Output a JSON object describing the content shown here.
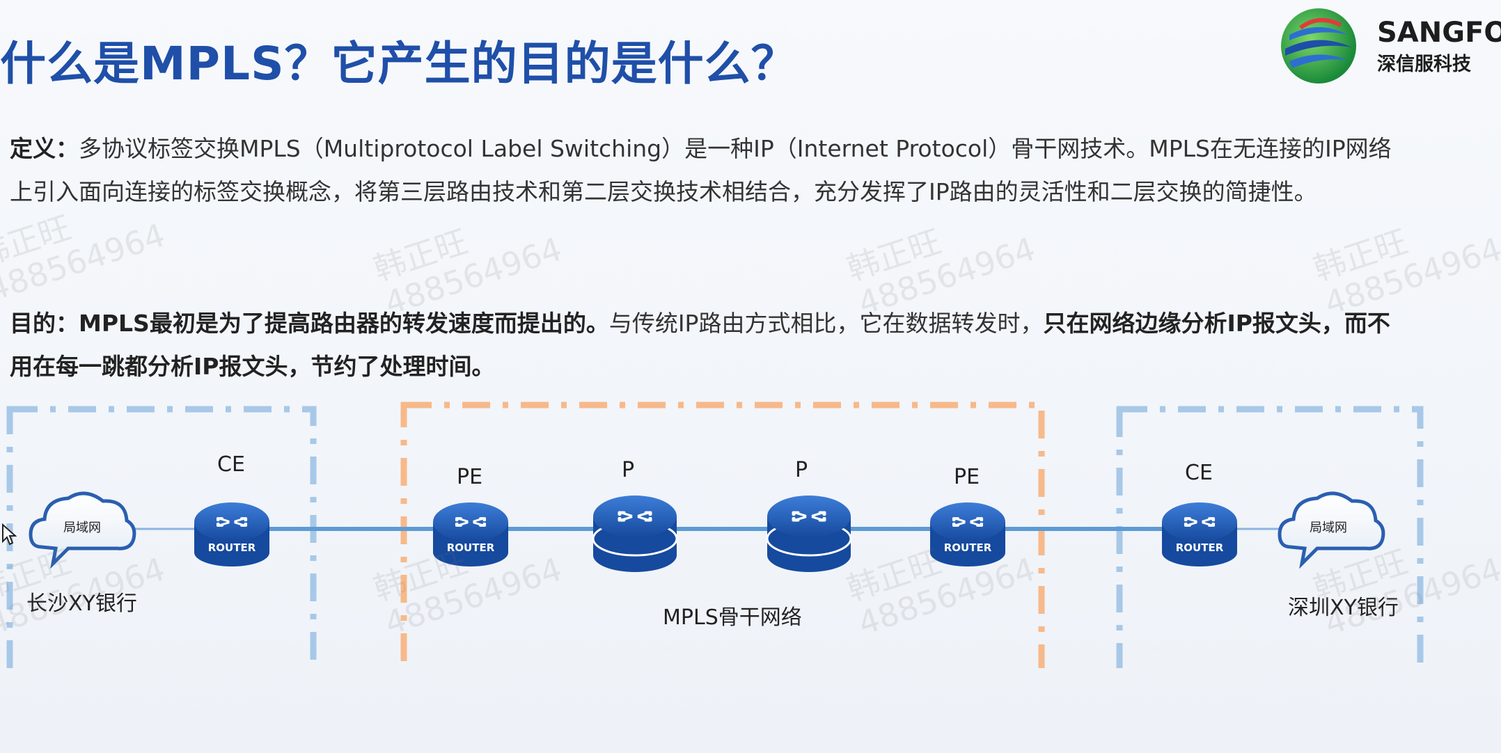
{
  "title": "什么是MPLS？它产生的目的是什么？",
  "logo": {
    "en": "SANGFOR",
    "cn": "深信服科技"
  },
  "definition": {
    "label": "定义：",
    "text": "多协议标签交换MPLS（Multiprotocol Label Switching）是一种IP（Internet Protocol）骨干网技术。MPLS在无连接的IP网络上引入面向连接的标签交换概念，将第三层路由技术和第二层交换技术相结合，充分发挥了IP路由的灵活性和二层交换的简捷性。"
  },
  "purpose": {
    "label": "目的：",
    "bold1": "MPLS最初是为了提高路由器的转发速度而提出的。",
    "normal": "与传统IP路由方式相比，它在数据转发时，",
    "bold2": "只在网络边缘分析IP报文头，而不用在每一跳都分析IP报文头，节约了处理时间。"
  },
  "diagram": {
    "nodes": [
      {
        "role": "cloud",
        "text": "局域网"
      },
      {
        "role": "router",
        "label": "CE",
        "text": "ROUTER"
      },
      {
        "role": "router",
        "label": "PE",
        "text": "ROUTER"
      },
      {
        "role": "switch",
        "label": "P"
      },
      {
        "role": "switch",
        "label": "P"
      },
      {
        "role": "router",
        "label": "PE",
        "text": "ROUTER"
      },
      {
        "role": "router",
        "label": "CE",
        "text": "ROUTER"
      },
      {
        "role": "cloud",
        "text": "局域网"
      }
    ],
    "left_site": "长沙XY银行",
    "right_site": "深圳XY银行",
    "backbone": "MPLS骨干网络",
    "colors": {
      "site_border": "#a8c8e8",
      "backbone_border": "#f7b98a",
      "link": "#5b9bd5",
      "device": "#1e5bb0"
    }
  },
  "watermark": {
    "name": "韩正旺",
    "id": "488564964"
  }
}
